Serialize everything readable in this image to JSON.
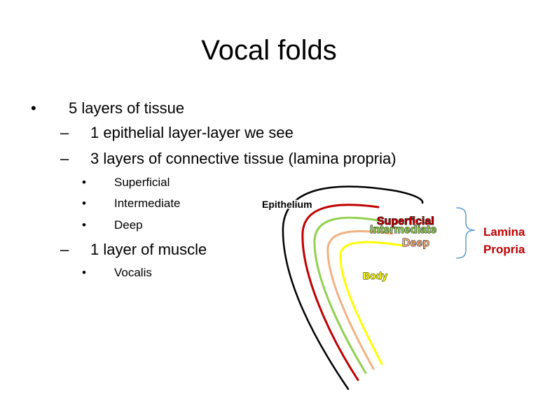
{
  "slide": {
    "title": "Vocal folds",
    "bullets": {
      "b1": {
        "marker": "•",
        "text": "5 layers of tissue"
      },
      "b2": {
        "marker": "–",
        "text": "1 epithelial layer-layer we see"
      },
      "b3": {
        "marker": "–",
        "text": "3 layers of connective tissue (lamina propria)"
      },
      "b4": {
        "marker": "•",
        "text": "Superficial"
      },
      "b5": {
        "marker": "•",
        "text": "Intermediate"
      },
      "b6": {
        "marker": "•",
        "text": "Deep"
      },
      "b7": {
        "marker": "–",
        "text": "1 layer of muscle"
      },
      "b8": {
        "marker": "•",
        "text": "Vocalis"
      }
    }
  },
  "diagram": {
    "labels": {
      "epithelium": "Epithelium",
      "superficial": "Superficial",
      "intermediate": "Intermediate",
      "deep": "Deep",
      "body": "Body",
      "lamina_line1": "Lamina",
      "lamina_line2": "Propria"
    },
    "colors": {
      "epithelium": "#000000",
      "superficial": "#c00000",
      "intermediate": "#92d050",
      "deep": "#f4b183",
      "body": "#ffff00",
      "bracket": "#5b9bd5",
      "lamina_propria": "#c00000"
    }
  }
}
